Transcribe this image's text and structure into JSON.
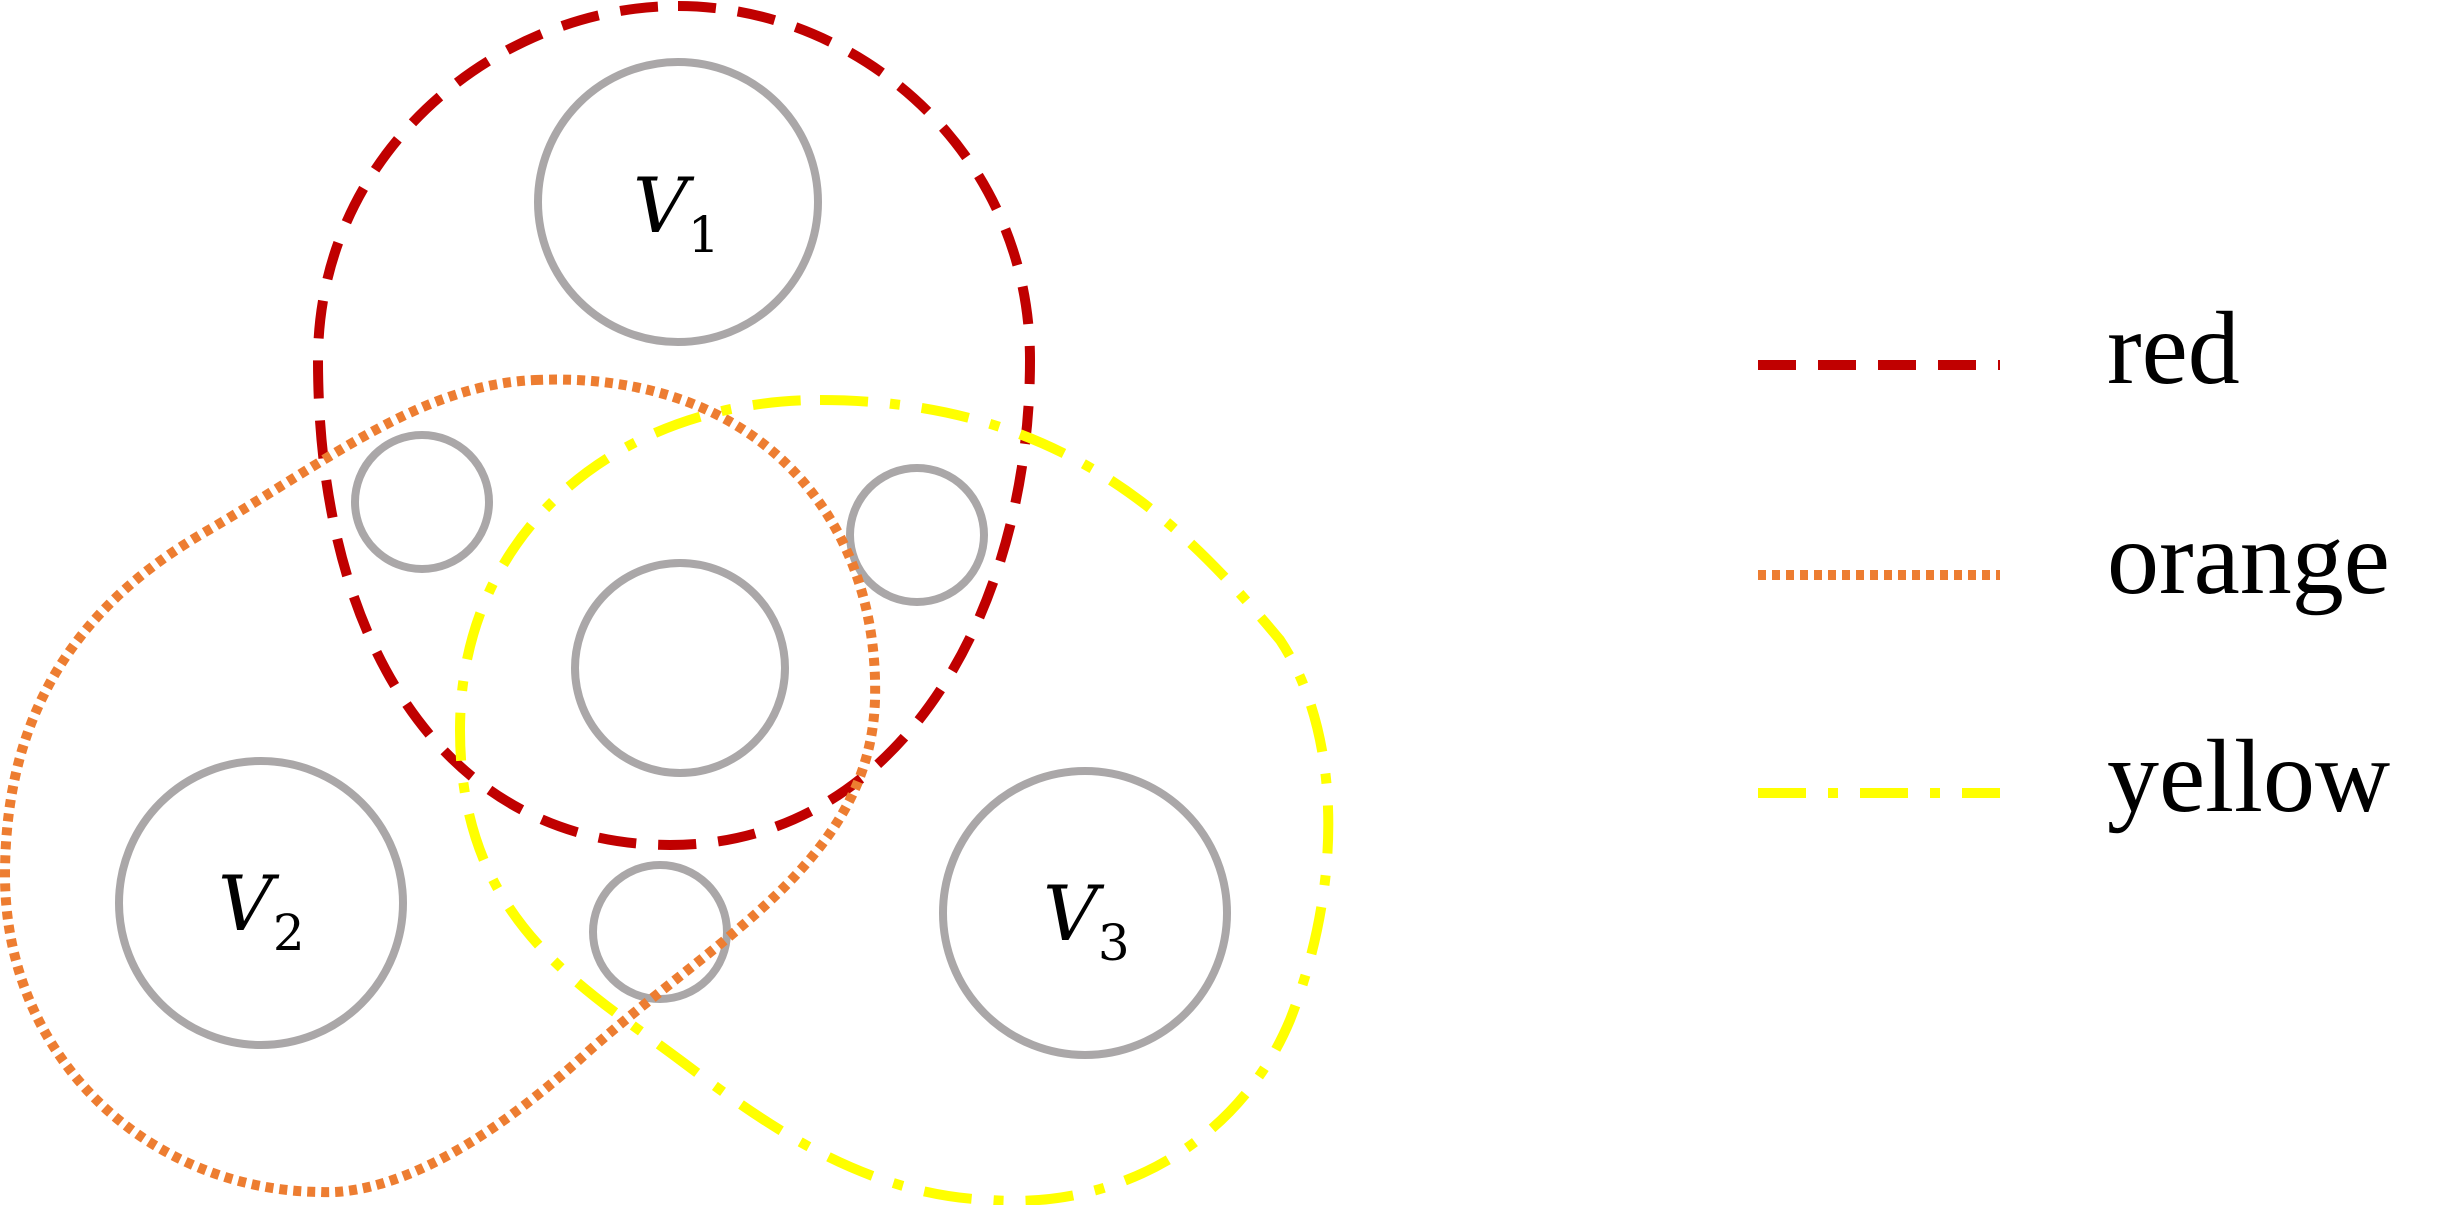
{
  "nodes": [
    {
      "id": "v1",
      "symbol": "V",
      "subscript": "1"
    },
    {
      "id": "v2",
      "symbol": "V",
      "subscript": "2"
    },
    {
      "id": "v3",
      "symbol": "V",
      "subscript": "3"
    }
  ],
  "groups": {
    "red": {
      "color": "#c00000",
      "style": "dashed"
    },
    "orange": {
      "color": "#ed7d31",
      "style": "dotted"
    },
    "yellow": {
      "color": "#ffff00",
      "style": "dash-dot"
    }
  },
  "legend": [
    {
      "key": "red",
      "label": "red"
    },
    {
      "key": "orange",
      "label": "orange"
    },
    {
      "key": "yellow",
      "label": "yellow"
    }
  ]
}
